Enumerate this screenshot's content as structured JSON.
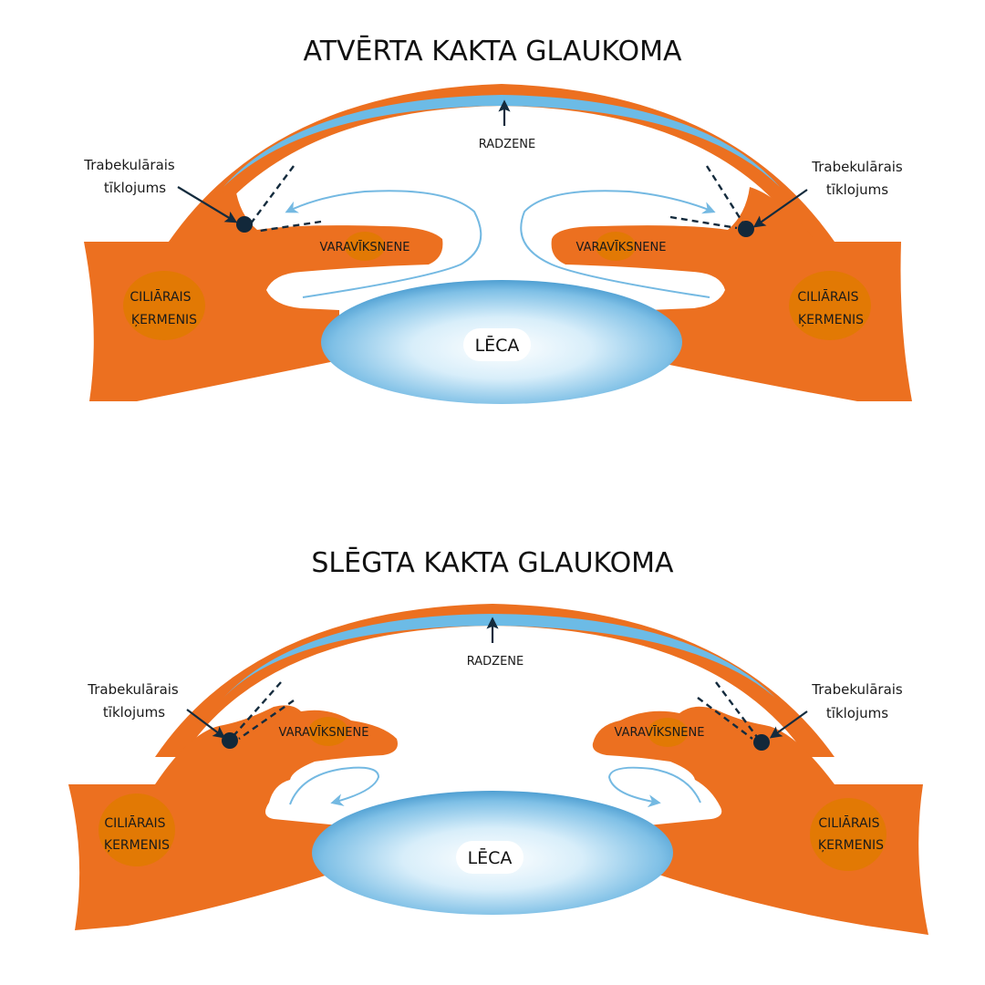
{
  "panels": [
    {
      "id": "open-angle",
      "title": "ATVĒRTA KAKTA GLAUKOMA",
      "labels": {
        "cornea": "RADZENE",
        "trabecular_left": [
          "Trabekulārais",
          "tīklojums"
        ],
        "trabecular_right": [
          "Trabekulārais",
          "tīklojums"
        ],
        "iris_left": "VARAVĪKSNENE",
        "iris_right": "VARAVĪKSNENE",
        "ciliary_left": [
          "CILIĀRAIS",
          "ĶERMENIS"
        ],
        "ciliary_right": [
          "CILIĀRAIS",
          "ĶERMENIS"
        ],
        "lens": "LĒCA"
      }
    },
    {
      "id": "closed-angle",
      "title": "SLĒGTA KAKTA GLAUKOMA",
      "labels": {
        "cornea": "RADZENE",
        "trabecular_left": [
          "Trabekulārais",
          "tīklojums"
        ],
        "trabecular_right": [
          "Trabekulārais",
          "tīklojums"
        ],
        "iris_left": "VARAVĪKSNENE",
        "iris_right": "VARAVĪKSNENE",
        "ciliary_left": [
          "CILIĀRAIS",
          "ĶERMENIS"
        ],
        "ciliary_right": [
          "CILIĀRAIS",
          "ĶERMENIS"
        ],
        "lens": "LĒCA"
      }
    }
  ],
  "colors": {
    "tissue": "#ec7020",
    "cornea_blue": "#6cbbe6",
    "fluid_flow": "#74b9e2",
    "trabecular_mesh": "#12283a",
    "lens_center": "#ffffff",
    "lens_edge": "#5aa9d8"
  }
}
